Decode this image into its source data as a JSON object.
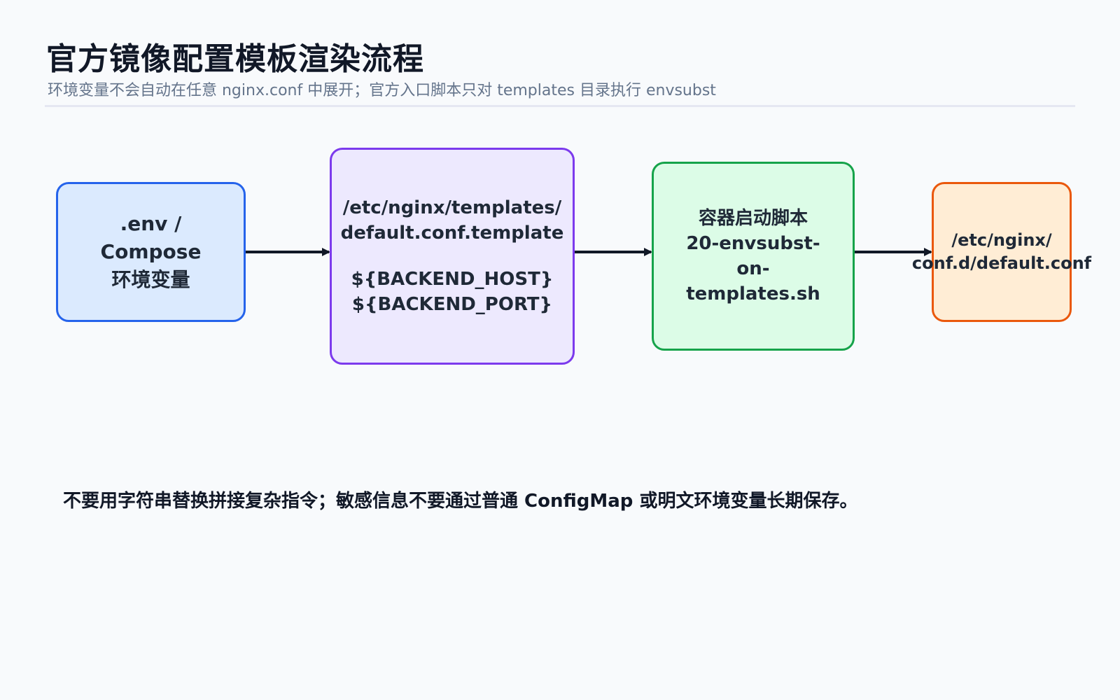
{
  "header": {
    "title": "官方镜像配置模板渲染流程",
    "subtitle": "环境变量不会自动在任意 nginx.conf 中展开；官方入口脚本只对 templates 目录执行 envsubst"
  },
  "nodes": {
    "env": {
      "lines": [
        ".env /",
        "Compose",
        "环境变量"
      ],
      "fill": "#dbeafe",
      "stroke": "#2563eb"
    },
    "template": {
      "lines": [
        "/etc/nginx/templates/",
        "default.conf.template"
      ],
      "vars": [
        "${BACKEND_HOST}",
        "${BACKEND_PORT}"
      ],
      "fill": "#ede9fe",
      "stroke": "#7c3aed"
    },
    "script": {
      "lines": [
        "容器启动脚本",
        "20-envsubst-",
        "on-",
        "templates.sh"
      ],
      "fill": "#dcfce7",
      "stroke": "#16a34a"
    },
    "output": {
      "lines": [
        "/etc/nginx/",
        "conf.d/default.conf"
      ],
      "fill": "#ffedd5",
      "stroke": "#ea580c"
    }
  },
  "arrow_color": "#111827",
  "footer": {
    "note": "不要用字符串替换拼接复杂指令；敏感信息不要通过普通 ConfigMap 或明文环境变量长期保存。"
  }
}
